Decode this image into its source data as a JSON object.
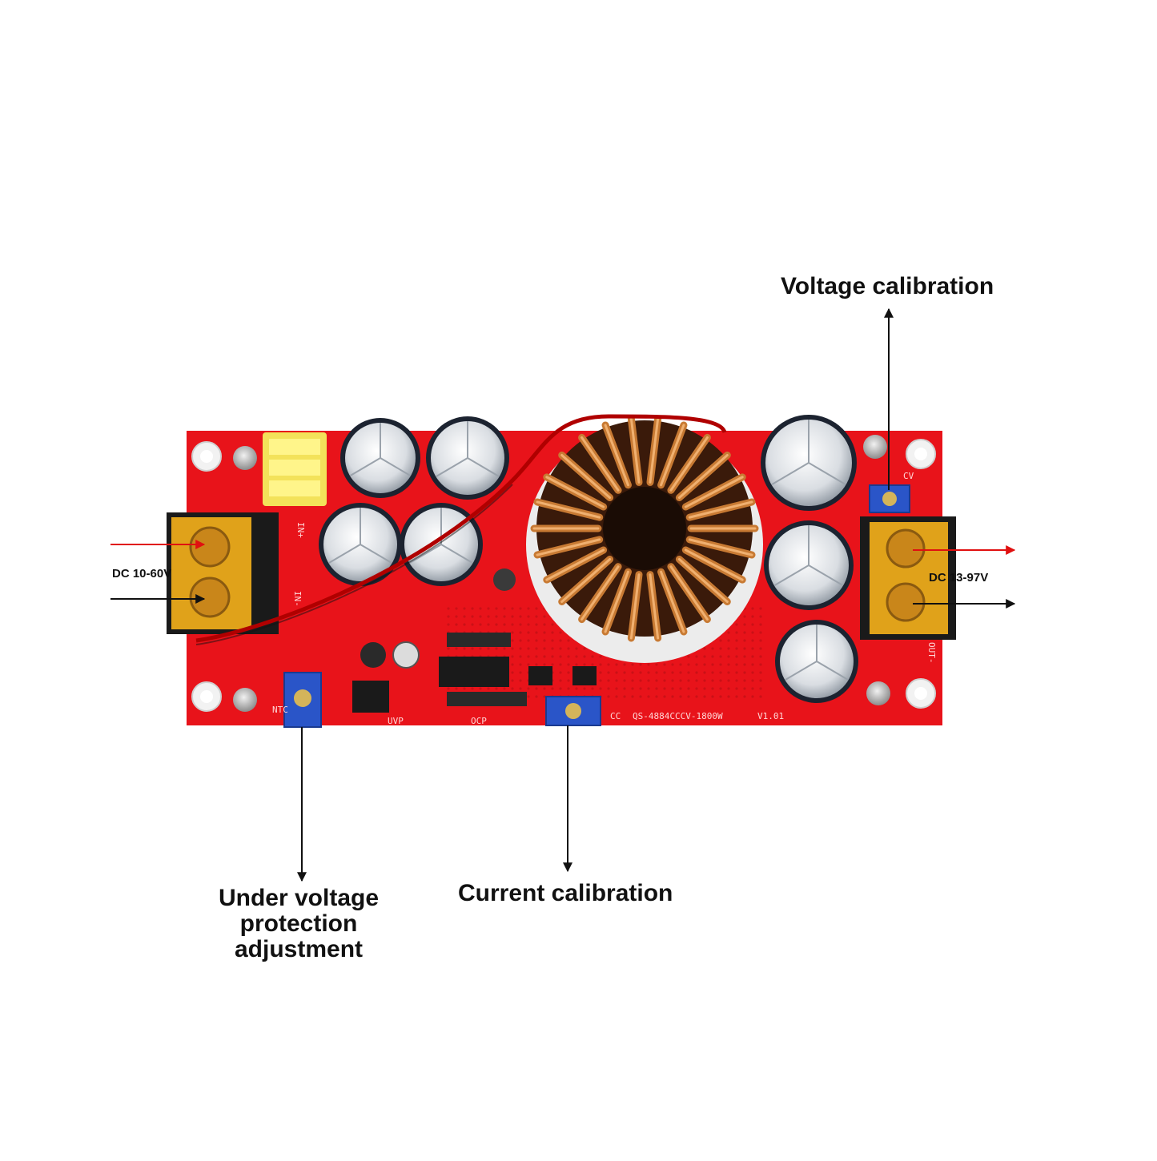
{
  "labels": {
    "voltage_calibration": "Voltage calibration",
    "current_calibration": "Current calibration",
    "under_voltage": [
      "Under voltage",
      "protection",
      "adjustment"
    ],
    "input": "DC 10-60V",
    "output": "DC 13-97V"
  },
  "board": {
    "model": "QS-4884CCCV-1800W",
    "version": "V1.01",
    "uvp": "UVP",
    "ocp": "OCP",
    "cc": "CC",
    "cv": "CV",
    "in_plus": "IN+",
    "in_minus": "IN-",
    "ntc": "NTC",
    "out_minus": "OUT-"
  },
  "colors": {
    "pcb": "#e8131a",
    "terminal": "#e0a21a",
    "copper": "#c87a33",
    "capacitor": "#1c2330",
    "trimmer": "#2a55c8",
    "input_arrow_red": "#e01010",
    "arrow_black": "#111111"
  }
}
